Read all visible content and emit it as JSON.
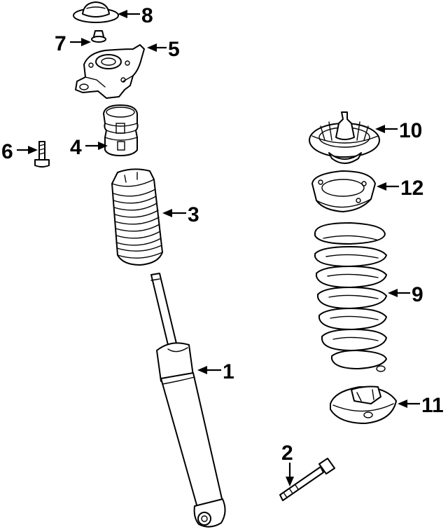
{
  "diagram": {
    "callouts": [
      {
        "id": "1",
        "label": "1",
        "part": "shock-absorber"
      },
      {
        "id": "2",
        "label": "2",
        "part": "bolt"
      },
      {
        "id": "3",
        "label": "3",
        "part": "dust-boot"
      },
      {
        "id": "4",
        "label": "4",
        "part": "bump-stop"
      },
      {
        "id": "5",
        "label": "5",
        "part": "upper-mount"
      },
      {
        "id": "6",
        "label": "6",
        "part": "mount-bolt"
      },
      {
        "id": "7",
        "label": "7",
        "part": "nut"
      },
      {
        "id": "8",
        "label": "8",
        "part": "cap"
      },
      {
        "id": "9",
        "label": "9",
        "part": "coil-spring"
      },
      {
        "id": "10",
        "label": "10",
        "part": "upper-spring-seat"
      },
      {
        "id": "11",
        "label": "11",
        "part": "lower-spring-seat"
      },
      {
        "id": "12",
        "label": "12",
        "part": "spring-insulator"
      }
    ]
  }
}
